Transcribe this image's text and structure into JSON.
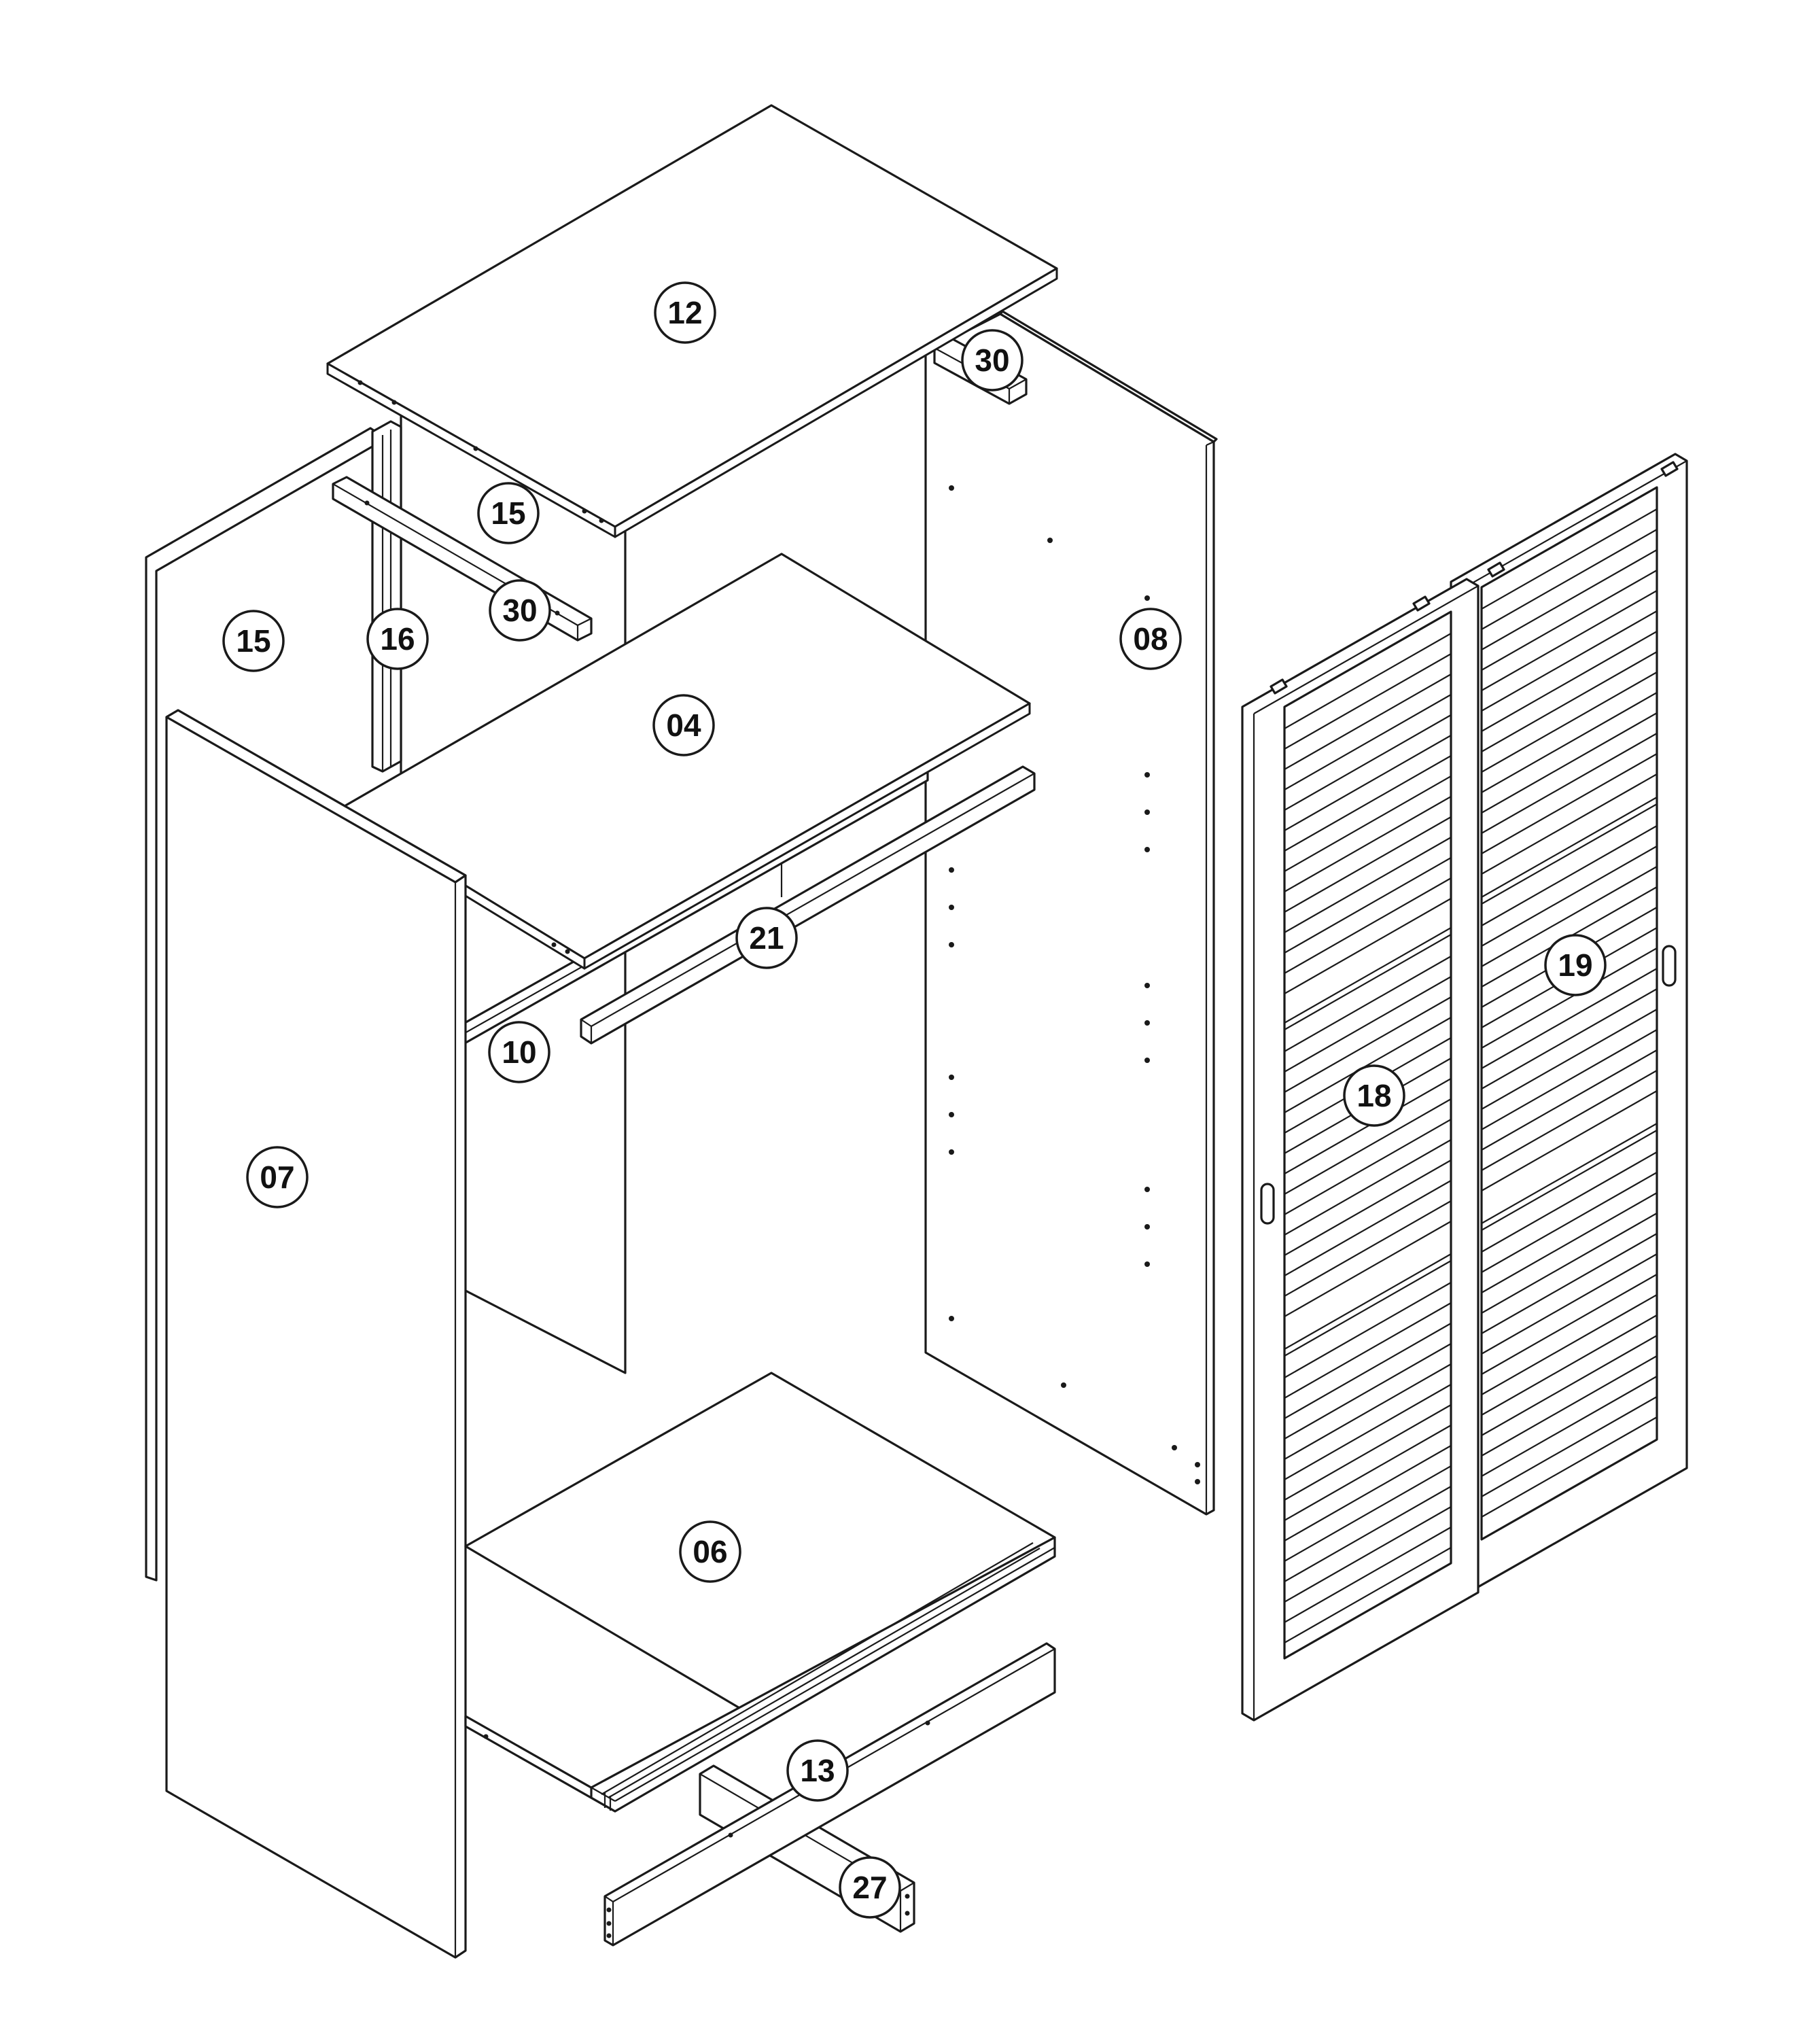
{
  "diagram": {
    "type": "exploded-assembly",
    "line_color": "#1a1a1a",
    "background": "#ffffff",
    "part_labels": {
      "top_panel": "12",
      "cleat_top_right": "30",
      "back_panel_upper": "15",
      "back_panel_lower": "15",
      "cleat_top_left": "30",
      "back_strip": "16",
      "right_side_panel": "08",
      "middle_shelf": "04",
      "hanging_rail": "21",
      "rail_support": "10",
      "left_side_panel": "07",
      "bottom_panel": "06",
      "plinth": "13",
      "plinth_brace": "27",
      "left_door": "18",
      "right_door": "19"
    }
  }
}
